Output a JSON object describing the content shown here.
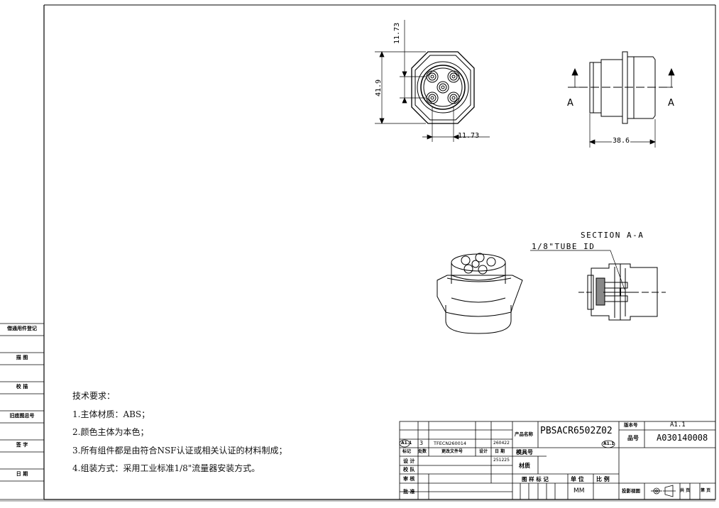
{
  "left_column": {
    "items": [
      "借通用件登记",
      "描 图",
      "校 描",
      "旧底图总号",
      "签 字",
      "日 期"
    ]
  },
  "dimensions": {
    "front_top": "11.73",
    "front_height": "41.9",
    "front_bottom": "11.73",
    "side_width": "38.6"
  },
  "section_labels": {
    "a_left": "A",
    "a_right": "A",
    "section_title": "SECTION A-A",
    "tube_id": "1/8\"TUBE ID"
  },
  "requirements": {
    "title": "技术要求：",
    "items": [
      "1.主体材质：ABS；",
      "2.颜色主体为本色；",
      "3.所有组件都是由符合NSF认证或相关认证的材料制成；",
      "4.组装方式：采用工业标准1/8\"流量器安装方式。"
    ]
  },
  "title_block": {
    "rev_mark": "A1.1",
    "qty": "3",
    "change_doc": "TFECN260014",
    "change_date": "260422",
    "design_date": "251225",
    "col_mark": "标记",
    "col_qty": "处数",
    "col_doc": "更改文件号",
    "col_sign": "设计",
    "col_date": "日 期",
    "design": "设 计",
    "check": "校 队",
    "review": "审 核",
    "approve": "批 准",
    "product_name_label": "产品名称",
    "product_name": "PBSACR6502Z02",
    "product_rev": "A1.1",
    "mold_no": "模具号",
    "material": "材质",
    "drawing_mark": "图 样 标 记",
    "unit_label": "单 位",
    "scale_label": "比 例",
    "unit": "MM",
    "version_label": "版本号",
    "version": "A1.1",
    "part_no_label": "品号",
    "part_no": "A030140008",
    "projection_label": "投影视图",
    "total_pages": "共 页",
    "page_no": "第 页"
  }
}
